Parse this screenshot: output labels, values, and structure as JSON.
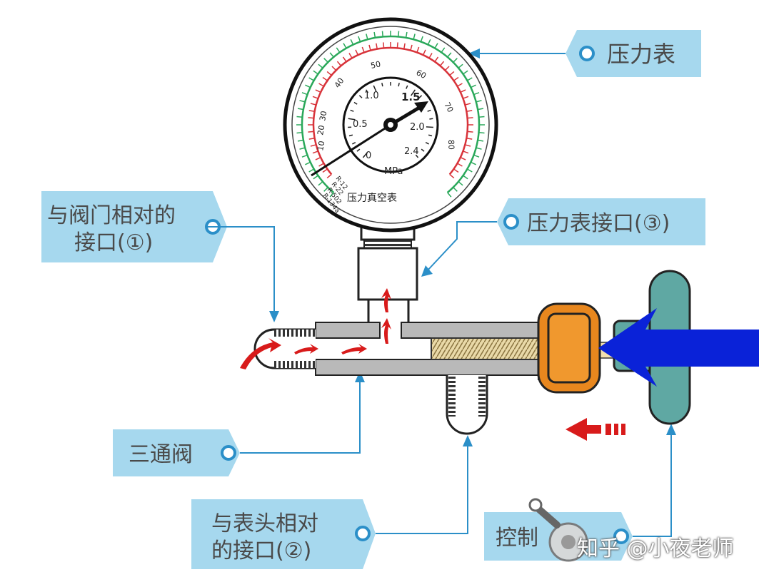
{
  "labels": {
    "gauge": "压力表",
    "valve_port_line1": "与阀门相对的",
    "valve_port_line2": "接口(①)",
    "gauge_port": "压力表接口(③)",
    "three_way_valve": "三通阀",
    "head_port_line1": "与表头相对",
    "head_port_line2": "的接口(②)",
    "control_knob": "控制"
  },
  "gauge": {
    "inner_scale": [
      "0",
      "0.5",
      "1.0",
      "1.5",
      "2.0",
      "2.4"
    ],
    "unit": "MPa",
    "outer_scale": [
      "10",
      "20",
      "30",
      "40",
      "50",
      "60",
      "70",
      "80"
    ],
    "refrigerants": [
      "R-12",
      "R-22",
      "R-502",
      "R-134a"
    ],
    "face_title": "压力真空表"
  },
  "watermark": "知乎 @小夜老师",
  "colors": {
    "callout_bg": "#a6d8ee",
    "leader_line": "#2b8fc8",
    "valve_body": "#b9b9b9",
    "nut": "#e8871e",
    "knob": "#5fa8a3",
    "push_arrow": "#0a22d8",
    "flow_arrow": "#d81b1b",
    "scale_green": "#2aa85a",
    "scale_red": "#d8333a"
  }
}
